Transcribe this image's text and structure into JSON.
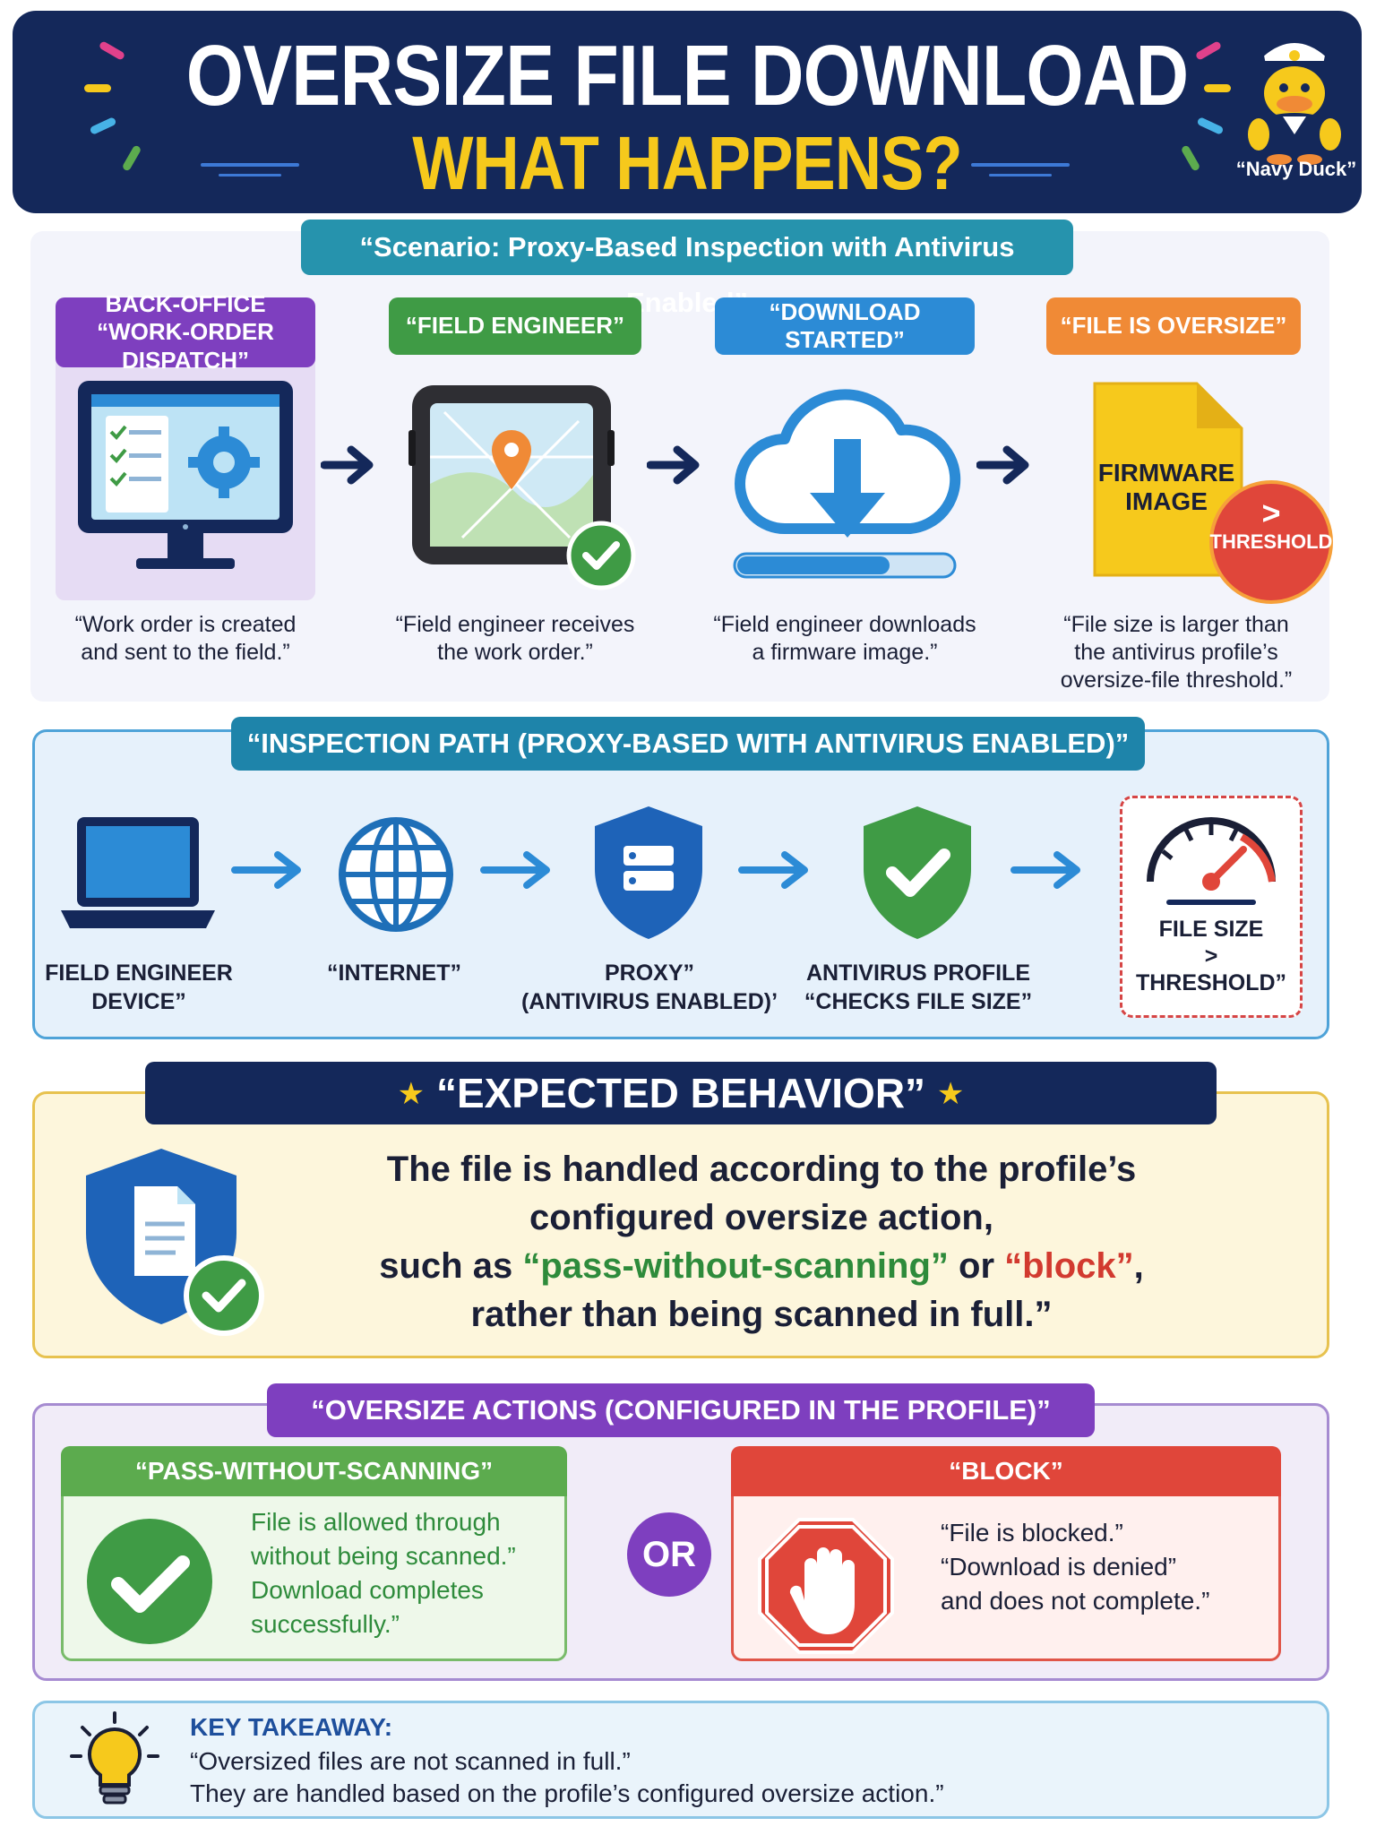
{
  "header": {
    "title_line1": "OVERSIZE FILE DOWNLOAD",
    "title_line2": "WHAT HAPPENS?",
    "mascot_label": "“Navy Duck”"
  },
  "scenario": {
    "title": "“Scenario: Proxy-Based Inspection with Antivirus Enabled”",
    "steps": [
      {
        "label": "BACK-OFFICE\n“WORK-ORDER DISPATCH”",
        "desc": "“Work order is created\nand sent to the field.”",
        "icon": "monitor-checklist-gear-icon",
        "color": "#7e3fbf"
      },
      {
        "label": "“FIELD ENGINEER”",
        "desc": "“Field engineer receives\nthe work order.”",
        "icon": "rugged-tablet-map-icon",
        "color": "#3f9b45"
      },
      {
        "label": "“DOWNLOAD STARTED”",
        "desc": "“Field engineer downloads\na firmware image.”",
        "icon": "cloud-download-icon",
        "color": "#2c8bd6"
      },
      {
        "label": "“FILE IS OVERSIZE”",
        "desc": "“File size is larger than\nthe antivirus profile’s\noversize-file threshold.”",
        "icon": "file-oversize-icon",
        "color": "#f08a36"
      }
    ],
    "file_label": "FIRMWARE\nIMAGE",
    "threshold_symbol": ">",
    "threshold_word": "THRESHOLD"
  },
  "inspection": {
    "title": "“INSPECTION PATH (PROXY-BASED WITH ANTIVIRUS ENABLED)”",
    "nodes": [
      {
        "label": "FIELD ENGINEER\nDEVICE”",
        "icon": "laptop-icon"
      },
      {
        "label": "“INTERNET”",
        "icon": "globe-icon"
      },
      {
        "label": "PROXY”\n(ANTIVIRUS ENABLED)’",
        "icon": "proxy-shield-icon"
      },
      {
        "label": "ANTIVIRUS PROFILE\n“CHECKS FILE SIZE”",
        "icon": "antivirus-shield-check-icon"
      },
      {
        "label": "FILE SIZE\n>\nTHRESHOLD”",
        "icon": "gauge-icon"
      }
    ]
  },
  "expected": {
    "title": "“EXPECTED BEHAVIOR”",
    "line1": "The file is handled according to the profile’s",
    "line2": "configured oversize action,",
    "line3_pre": "such as ",
    "line3_pass": "“pass-without-scanning”",
    "line3_mid": " or ",
    "line3_block": "“block”",
    "line3_post": ",",
    "line4": "rather than being scanned in full.”",
    "colors": {
      "pass": "#2e8b3b",
      "block": "#d23a2f"
    }
  },
  "actions": {
    "title": "“OVERSIZE ACTIONS (CONFIGURED IN THE PROFILE)”",
    "pass": {
      "label": "“PASS-WITHOUT-SCANNING”",
      "text": "File is allowed through\nwithout being scanned.”\nDownload completes\nsuccessfully.”"
    },
    "or_label": "OR",
    "block": {
      "label": "“BLOCK”",
      "text": "“File is blocked.”\n“Download is denied”\nand does not complete.”"
    }
  },
  "takeaway": {
    "title": "KEY TAKEAWAY:",
    "line1": "“Oversized files are not scanned in full.”",
    "line2": "They are handled based on the profile’s configured oversize action.”"
  }
}
